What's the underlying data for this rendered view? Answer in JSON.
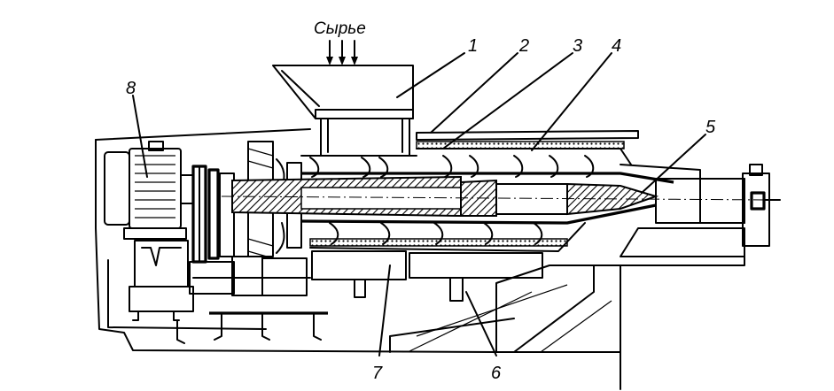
{
  "diagram": {
    "input_label": "Сырье",
    "labels": [
      "1",
      "2",
      "3",
      "4",
      "5",
      "6",
      "7",
      "8"
    ]
  }
}
